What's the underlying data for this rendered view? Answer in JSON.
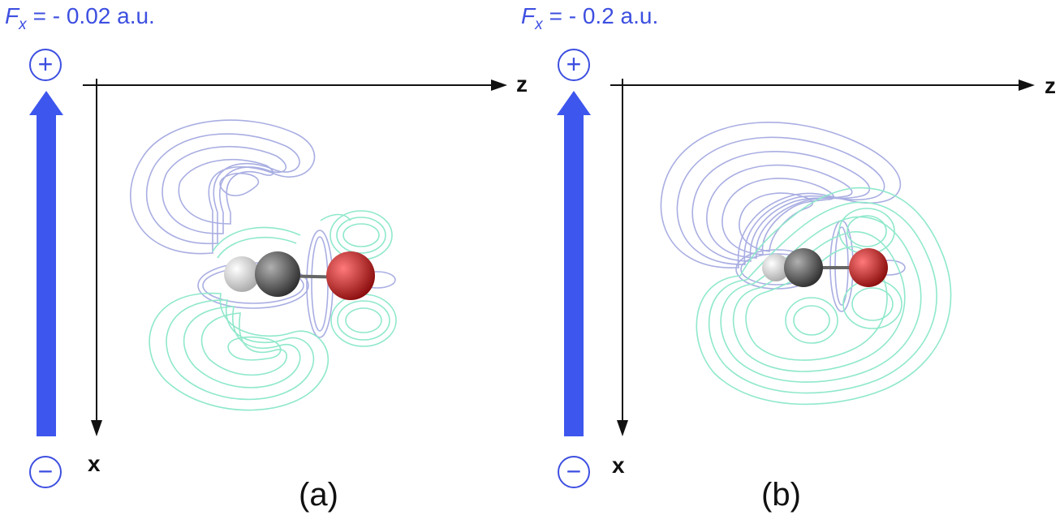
{
  "panels": [
    {
      "field": {
        "symbol": "F",
        "subscript": "x",
        "value": "= - 0.02 a.u."
      },
      "plus_sign": "+",
      "minus_sign": "−",
      "axis_x": "x",
      "axis_z": "z",
      "label": "(a)"
    },
    {
      "field": {
        "symbol": "F",
        "subscript": "x",
        "value": "= - 0.2 a.u."
      },
      "plus_sign": "+",
      "minus_sign": "−",
      "axis_x": "x",
      "axis_z": "z",
      "label": "(b)"
    }
  ],
  "colors": {
    "field_arrow": "#3d56ee",
    "label_text": "#3d4fe0",
    "contour_positive": "#a9aee2",
    "contour_negative": "#8fe8cc",
    "hydrogen": "#f0f0f0",
    "carbon": "#6e6e6e",
    "oxygen": "#d81c1c",
    "axes": "#111111"
  },
  "atoms": [
    "H",
    "C",
    "O"
  ]
}
